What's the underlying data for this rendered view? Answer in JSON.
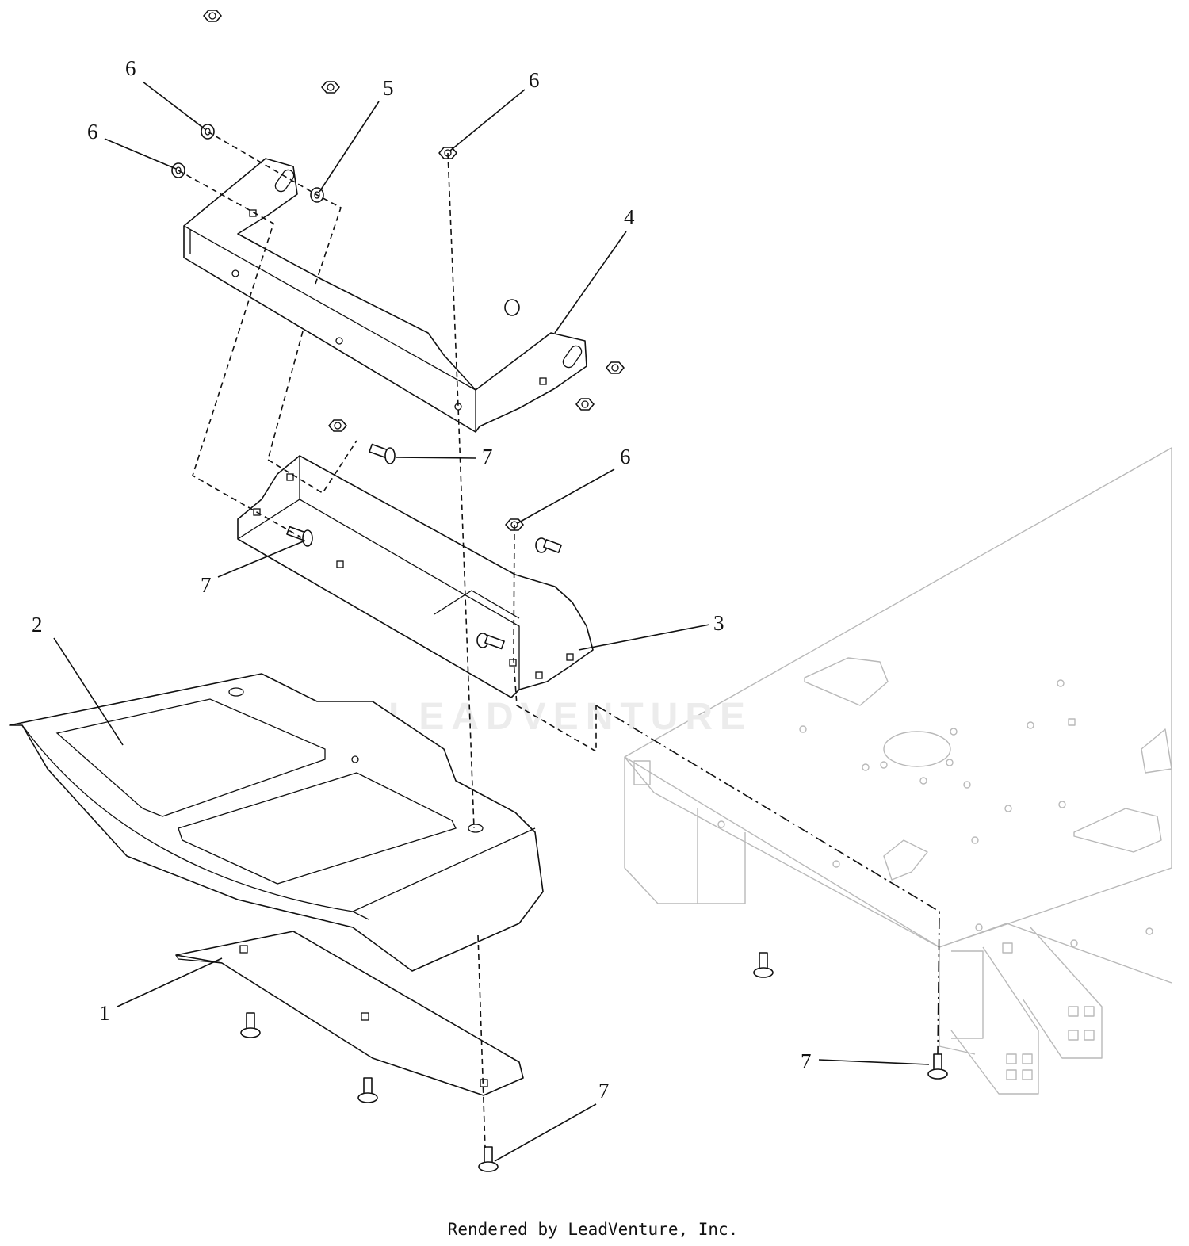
{
  "callouts": [
    {
      "id": "c1",
      "label": "1"
    },
    {
      "id": "c2",
      "label": "2"
    },
    {
      "id": "c3",
      "label": "3"
    },
    {
      "id": "c4",
      "label": "4"
    },
    {
      "id": "c5",
      "label": "5"
    },
    {
      "id": "c6a",
      "label": "6"
    },
    {
      "id": "c6b",
      "label": "6"
    },
    {
      "id": "c6c",
      "label": "6"
    },
    {
      "id": "c6d",
      "label": "6"
    },
    {
      "id": "c7a",
      "label": "7"
    },
    {
      "id": "c7b",
      "label": "7"
    },
    {
      "id": "c7c",
      "label": "7"
    },
    {
      "id": "c7d",
      "label": "7"
    }
  ],
  "watermark": {
    "text": "LEADVENTURE"
  },
  "footer": {
    "text": "Rendered by LeadVenture, Inc."
  }
}
